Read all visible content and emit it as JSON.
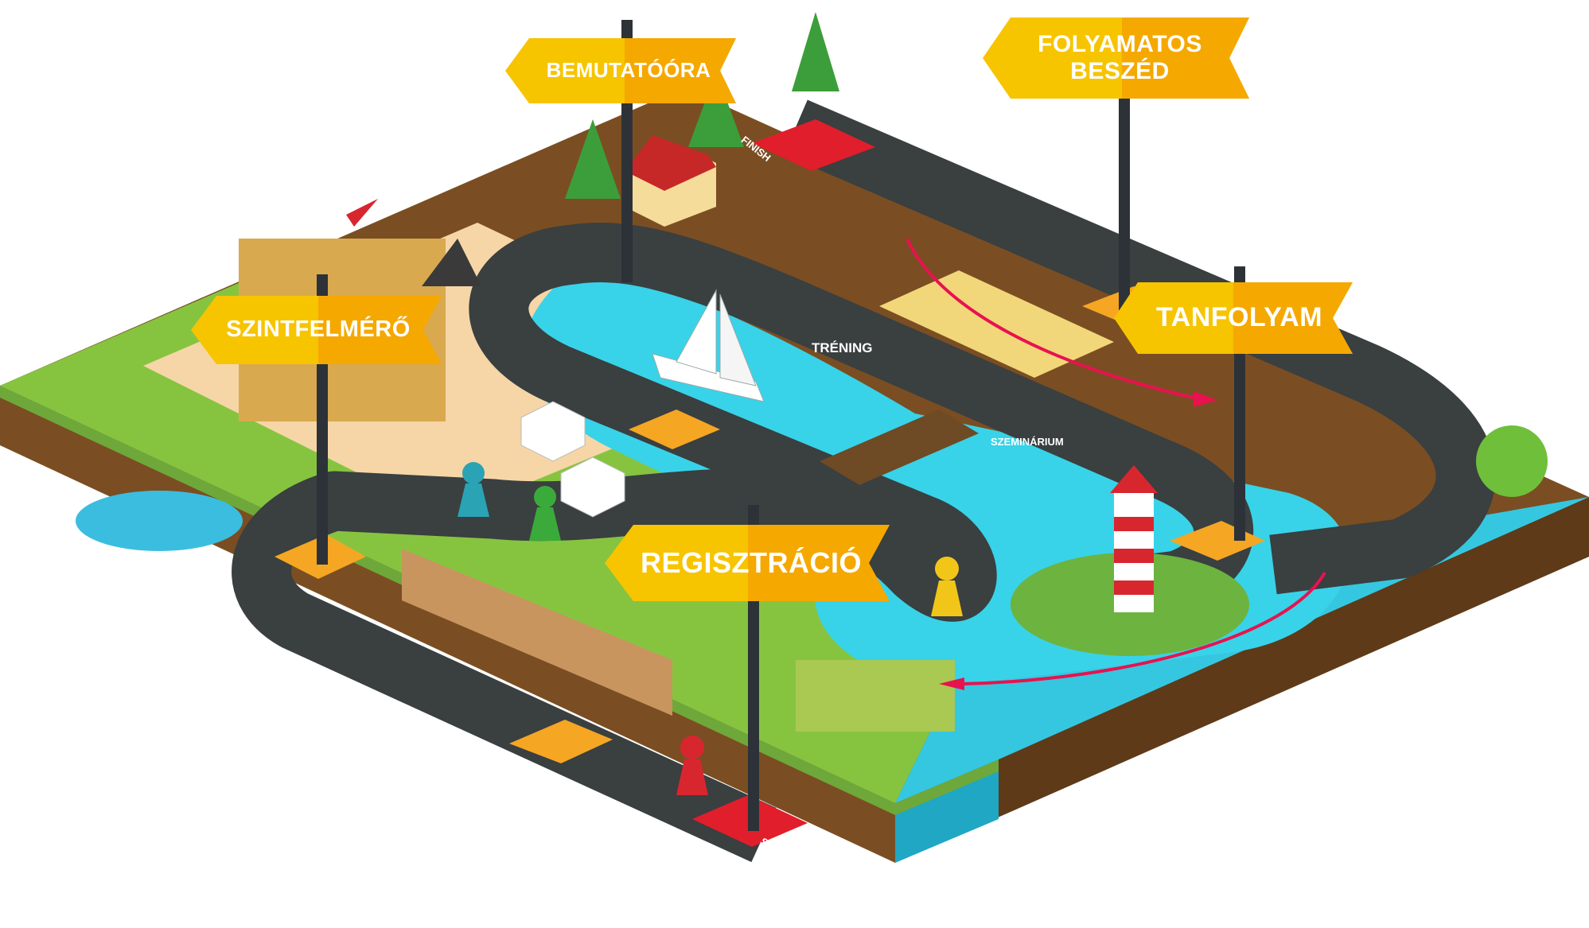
{
  "board": {
    "start_label": "START",
    "finish_label": "FINISH",
    "track_labels": [
      "TRÉNING",
      "SZEMINÁRIUM"
    ]
  },
  "signs": {
    "bemutatoora": "BEMUTATÓÓRA",
    "folyamatos_line1": "FOLYAMATOS",
    "folyamatos_line2": "BESZÉD",
    "tanfolyam": "TANFOLYAM",
    "szintfelmero": "SZINTFELMÉRŐ",
    "regisztracio": "REGISZTRÁCIÓ"
  },
  "colors": {
    "sign_yellow": "#f7c400",
    "sign_orange": "#f5a800",
    "road": "#3a3f40",
    "water": "#35c7e0",
    "grass": "#86c440",
    "dirt": "#7a4e22",
    "sand": "#f6d6a6",
    "orange_tile": "#f5a623",
    "red_tile": "#e11e2b",
    "arrow_red": "#e8124f"
  },
  "pawns": [
    "red",
    "teal",
    "green",
    "yellow"
  ]
}
